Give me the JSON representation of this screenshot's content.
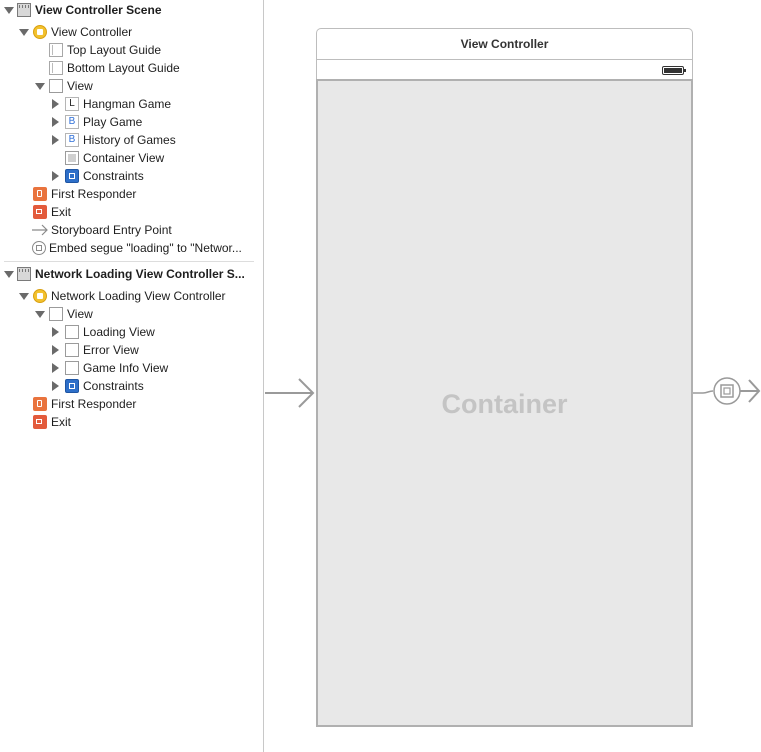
{
  "outline": {
    "scenes": [
      {
        "title": "View Controller Scene",
        "items": [
          {
            "label": "View Controller"
          },
          {
            "label": "Top Layout Guide"
          },
          {
            "label": "Bottom Layout Guide"
          },
          {
            "label": "View"
          },
          {
            "label": "Hangman Game",
            "icon_letter": "L"
          },
          {
            "label": "Play Game",
            "icon_letter": "B"
          },
          {
            "label": "History of Games",
            "icon_letter": "B"
          },
          {
            "label": "Container View"
          },
          {
            "label": "Constraints"
          },
          {
            "label": "First Responder"
          },
          {
            "label": "Exit"
          },
          {
            "label": "Storyboard Entry Point"
          },
          {
            "label": "Embed segue \"loading\" to \"Networ..."
          }
        ]
      },
      {
        "title": "Network Loading View Controller S...",
        "items": [
          {
            "label": "Network Loading View Controller"
          },
          {
            "label": "View"
          },
          {
            "label": "Loading View"
          },
          {
            "label": "Error View"
          },
          {
            "label": "Game Info View"
          },
          {
            "label": "Constraints"
          },
          {
            "label": "First Responder"
          },
          {
            "label": "Exit"
          }
        ]
      }
    ]
  },
  "canvas": {
    "scene_title": "View Controller",
    "container_label": "Container"
  },
  "colors": {
    "controller_icon": "#f2c12e",
    "constraints_icon": "#2e6fc9",
    "first_responder_icon": "#e9733d",
    "exit_icon": "#e35b3c",
    "container_fill": "#e8e8e8"
  }
}
